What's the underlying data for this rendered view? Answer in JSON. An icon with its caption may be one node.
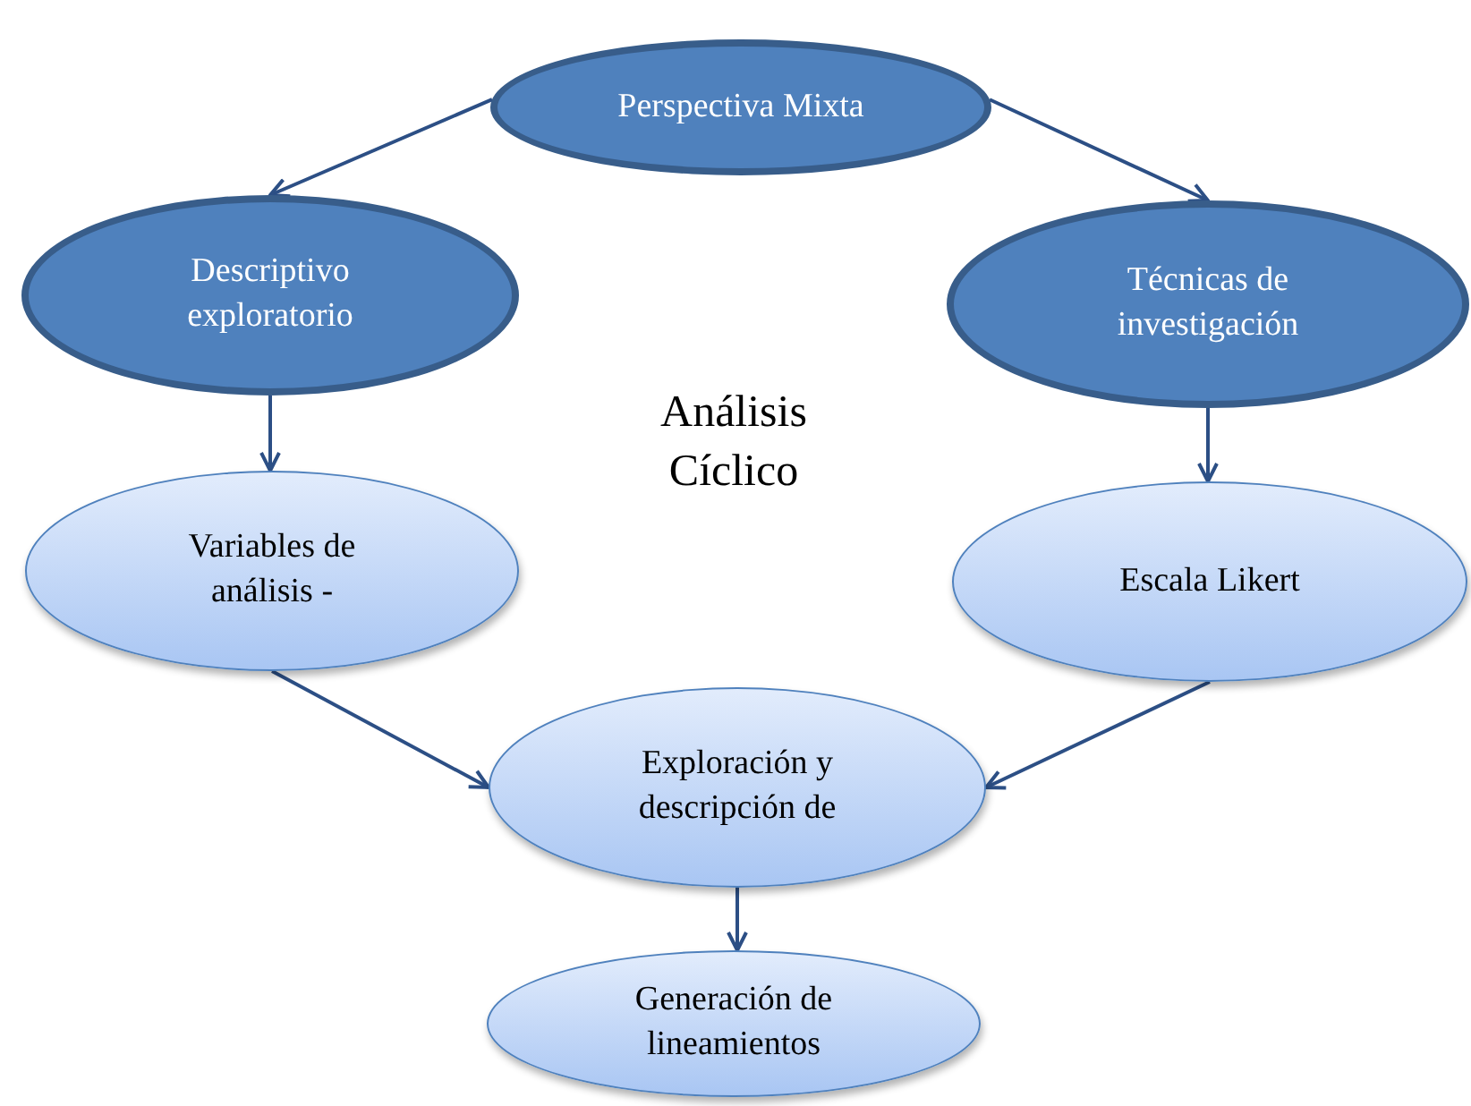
{
  "diagram": {
    "nodes": [
      {
        "text": [
          "Perspectiva Mixta"
        ]
      },
      {
        "text": [
          "Descriptivo exploratorio"
        ]
      },
      {
        "text": [
          "Técnicas de investigación"
        ]
      },
      {
        "text": [
          "Variables de análisis -"
        ]
      },
      {
        "text": [
          "Escala Likert"
        ]
      },
      {
        "text": [
          "Exploración y descripción de"
        ]
      },
      {
        "text": [
          "Generación de lineamientos"
        ]
      }
    ],
    "edges": [
      {
        "from": 0,
        "to": 1,
        "arrow": "to"
      },
      {
        "from": 0,
        "to": 2,
        "arrow": "to"
      },
      {
        "from": 1,
        "to": 3,
        "arrow": "to"
      },
      {
        "from": 2,
        "to": 4,
        "arrow": "to"
      },
      {
        "from": 3,
        "to": 5,
        "arrow": "to"
      },
      {
        "from": 4,
        "to": 5,
        "arrow": "to"
      },
      {
        "from": 5,
        "to": 6,
        "arrow": "to"
      }
    ],
    "labels": [
      "Análisis Cíclico"
    ]
  }
}
